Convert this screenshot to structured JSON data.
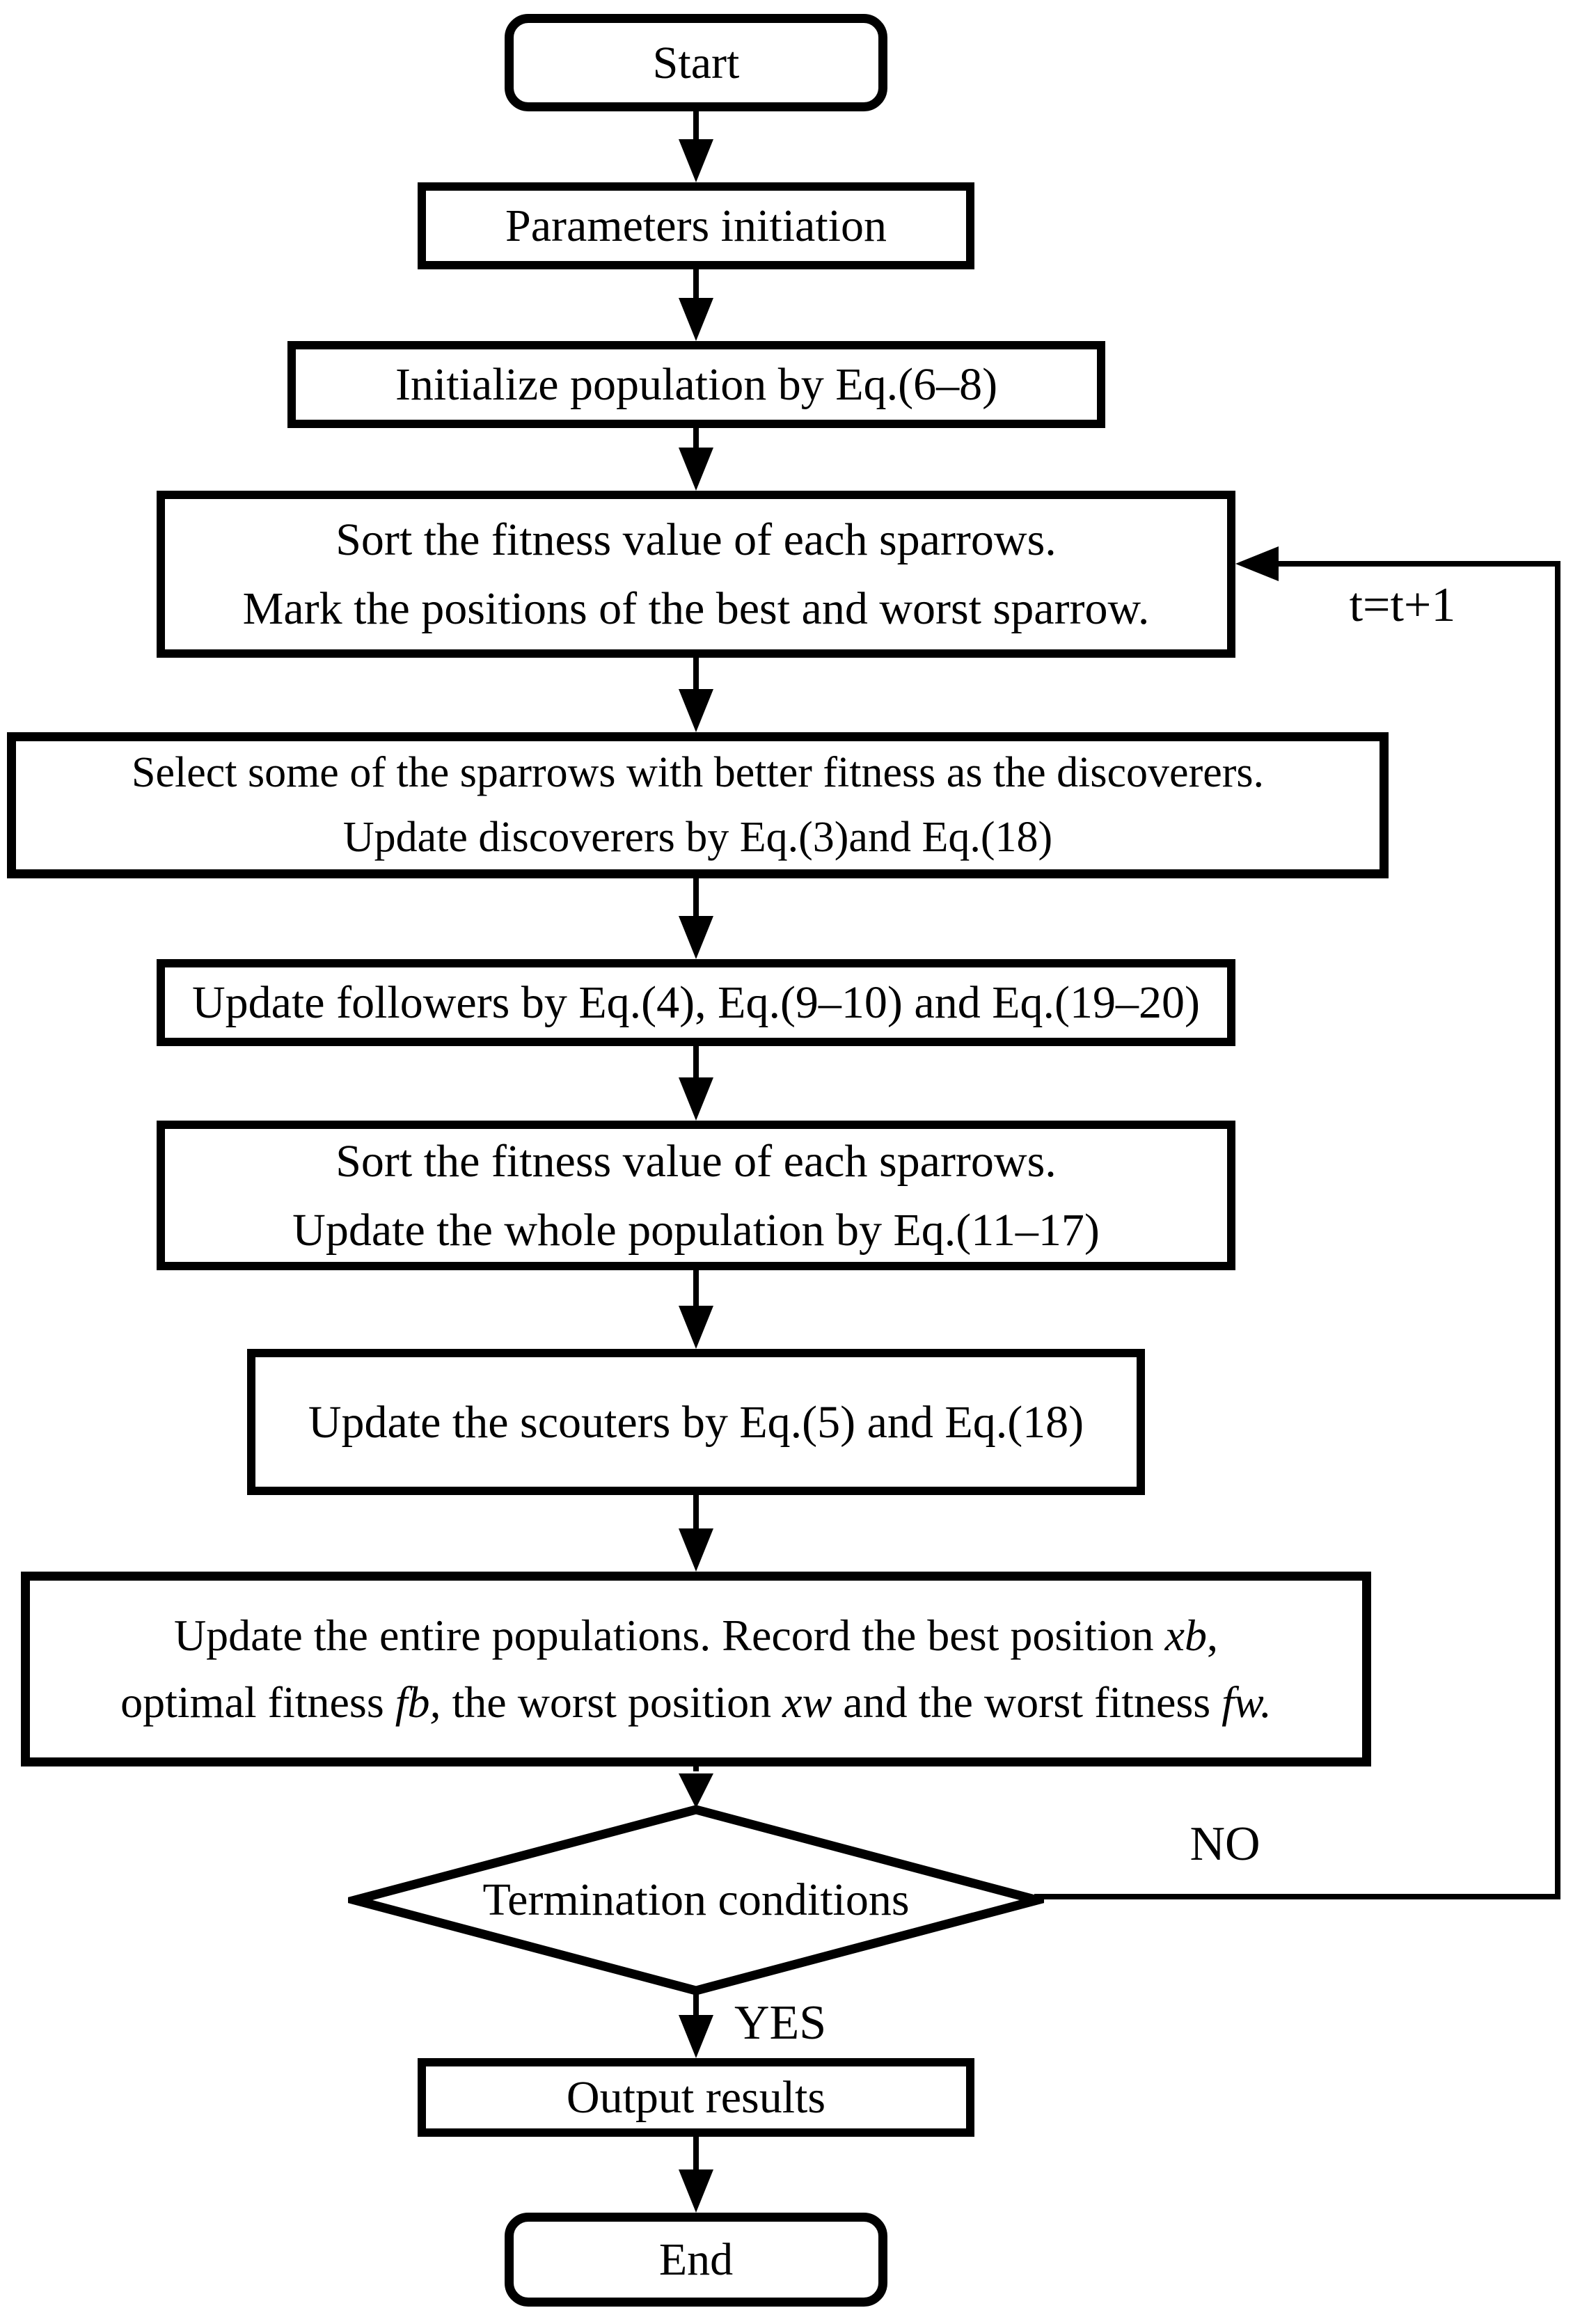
{
  "figure": {
    "type": "flowchart",
    "colors": {
      "line": "#000000",
      "background": "#ffffff",
      "text": "#000000"
    }
  },
  "nodes": {
    "start": {
      "label": "Start"
    },
    "params_init": {
      "label": "Parameters initiation"
    },
    "init_population": {
      "label": "Initialize population by Eq.(6–8)"
    },
    "sort_mark": {
      "line1": "Sort the fitness value of each sparrows.",
      "line2": "Mark the positions of the best and worst sparrow."
    },
    "select_discoverers": {
      "line1": "Select some of the sparrows with better fitness as the discoverers.",
      "line2": "Update discoverers by Eq.(3)and Eq.(18)"
    },
    "update_followers": {
      "label": "Update followers by Eq.(4), Eq.(9–10) and Eq.(19–20)"
    },
    "sort_update_population": {
      "line1": "Sort the fitness value of each sparrows.",
      "line2": "Update the whole population by Eq.(11–17)"
    },
    "update_scouters": {
      "label": "Update the scouters by Eq.(5) and Eq.(18)"
    },
    "update_entire": {
      "line1_segments": [
        "Update the entire populations. Record the best position ",
        "xb",
        ","
      ],
      "line2_segments": [
        "optimal fitness ",
        "fb,",
        " the worst position ",
        "xw",
        " and the worst fitness ",
        "fw."
      ]
    },
    "termination": {
      "label": "Termination conditions"
    },
    "output_results": {
      "label": "Output results"
    },
    "end": {
      "label": "End"
    }
  },
  "edge_labels": {
    "no": "NO",
    "yes": "YES",
    "increment": "t=t+1"
  }
}
